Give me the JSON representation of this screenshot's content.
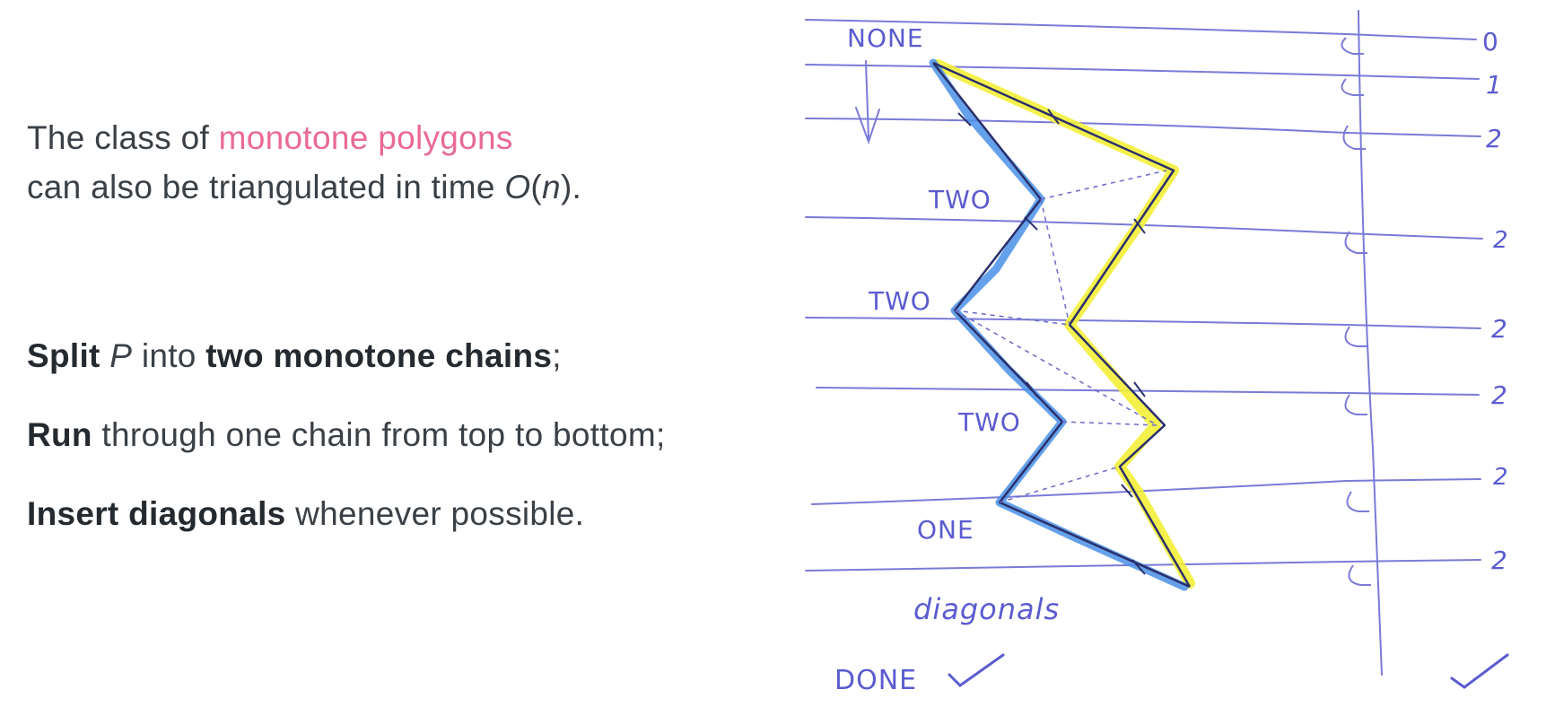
{
  "intro": {
    "line1_prefix": "The class of ",
    "line1_highlight": "monotone polygons",
    "line2_prefix": "can also be triangulated in time ",
    "line2_O": "O",
    "line2_open": "(",
    "line2_n": "n",
    "line2_close": ").",
    "highlight_color": "#e96a94"
  },
  "steps": {
    "s1_bold1": "Split",
    "s1_italic": "P",
    "s1_mid": " into ",
    "s1_bold2": "two monotone chains",
    "s1_end": ";",
    "s2_bold": "Run",
    "s2_rest": " through one chain from top to bottom;",
    "s3_bold": "Insert diagonals",
    "s3_rest": " whenever possible."
  },
  "sketch": {
    "labels": {
      "none": "NONE",
      "two_a": "TWO",
      "two_b": "TWO",
      "two_c": "TWO",
      "one": "ONE",
      "diagonals": "diagonals",
      "done": "DONE"
    },
    "stack_counts": [
      "0",
      "1",
      "2",
      "2",
      "2",
      "2",
      "2",
      "2"
    ],
    "left_chain_color": "#2f6fd6",
    "right_chain_color": "#f3ef3a",
    "line_color": "#6f6fd8"
  }
}
